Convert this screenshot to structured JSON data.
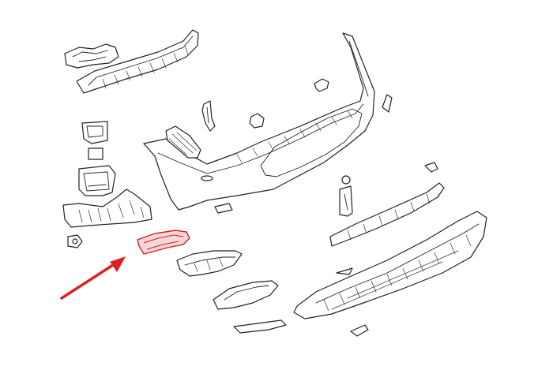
{
  "diagram": {
    "type": "exploded-parts-diagram",
    "colors": {
      "line": "#222222",
      "background": "#ffffff",
      "highlight": "#d21f1f",
      "highlight_fill": "#f6d6d6",
      "pointer_arrow": "#e01e1e"
    },
    "highlighted_part": "lower-left-bracket",
    "pointer": "arrow-pointing-up-right"
  }
}
